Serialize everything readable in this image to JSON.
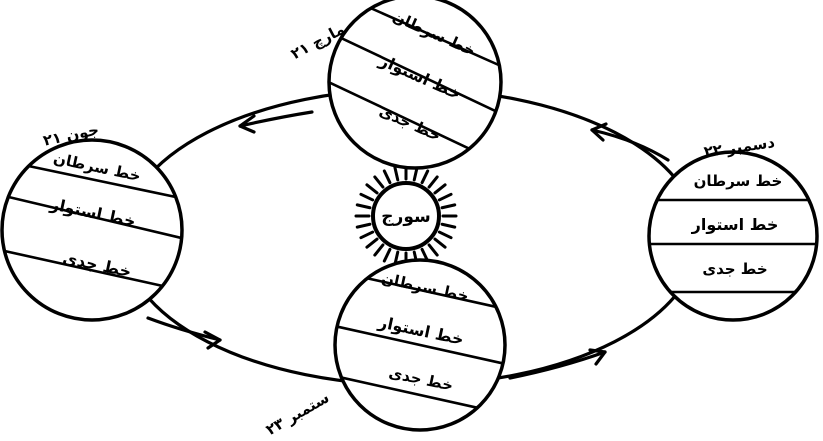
{
  "diagram": {
    "sun_label": "سورج",
    "line_labels": {
      "cancer": "خط سرطان",
      "equator": "خط استوار",
      "capricorn": "خط جدی"
    },
    "positions": [
      {
        "id": "top",
        "date": "۲۱ مارچ"
      },
      {
        "id": "left",
        "date": "۲۱ جون"
      },
      {
        "id": "bottom",
        "date": "۲۳ ستمبر"
      },
      {
        "id": "right",
        "date": "۲۲ دسمبر"
      }
    ],
    "colors": {
      "ink": "#000000",
      "paper": "#ffffff"
    }
  }
}
